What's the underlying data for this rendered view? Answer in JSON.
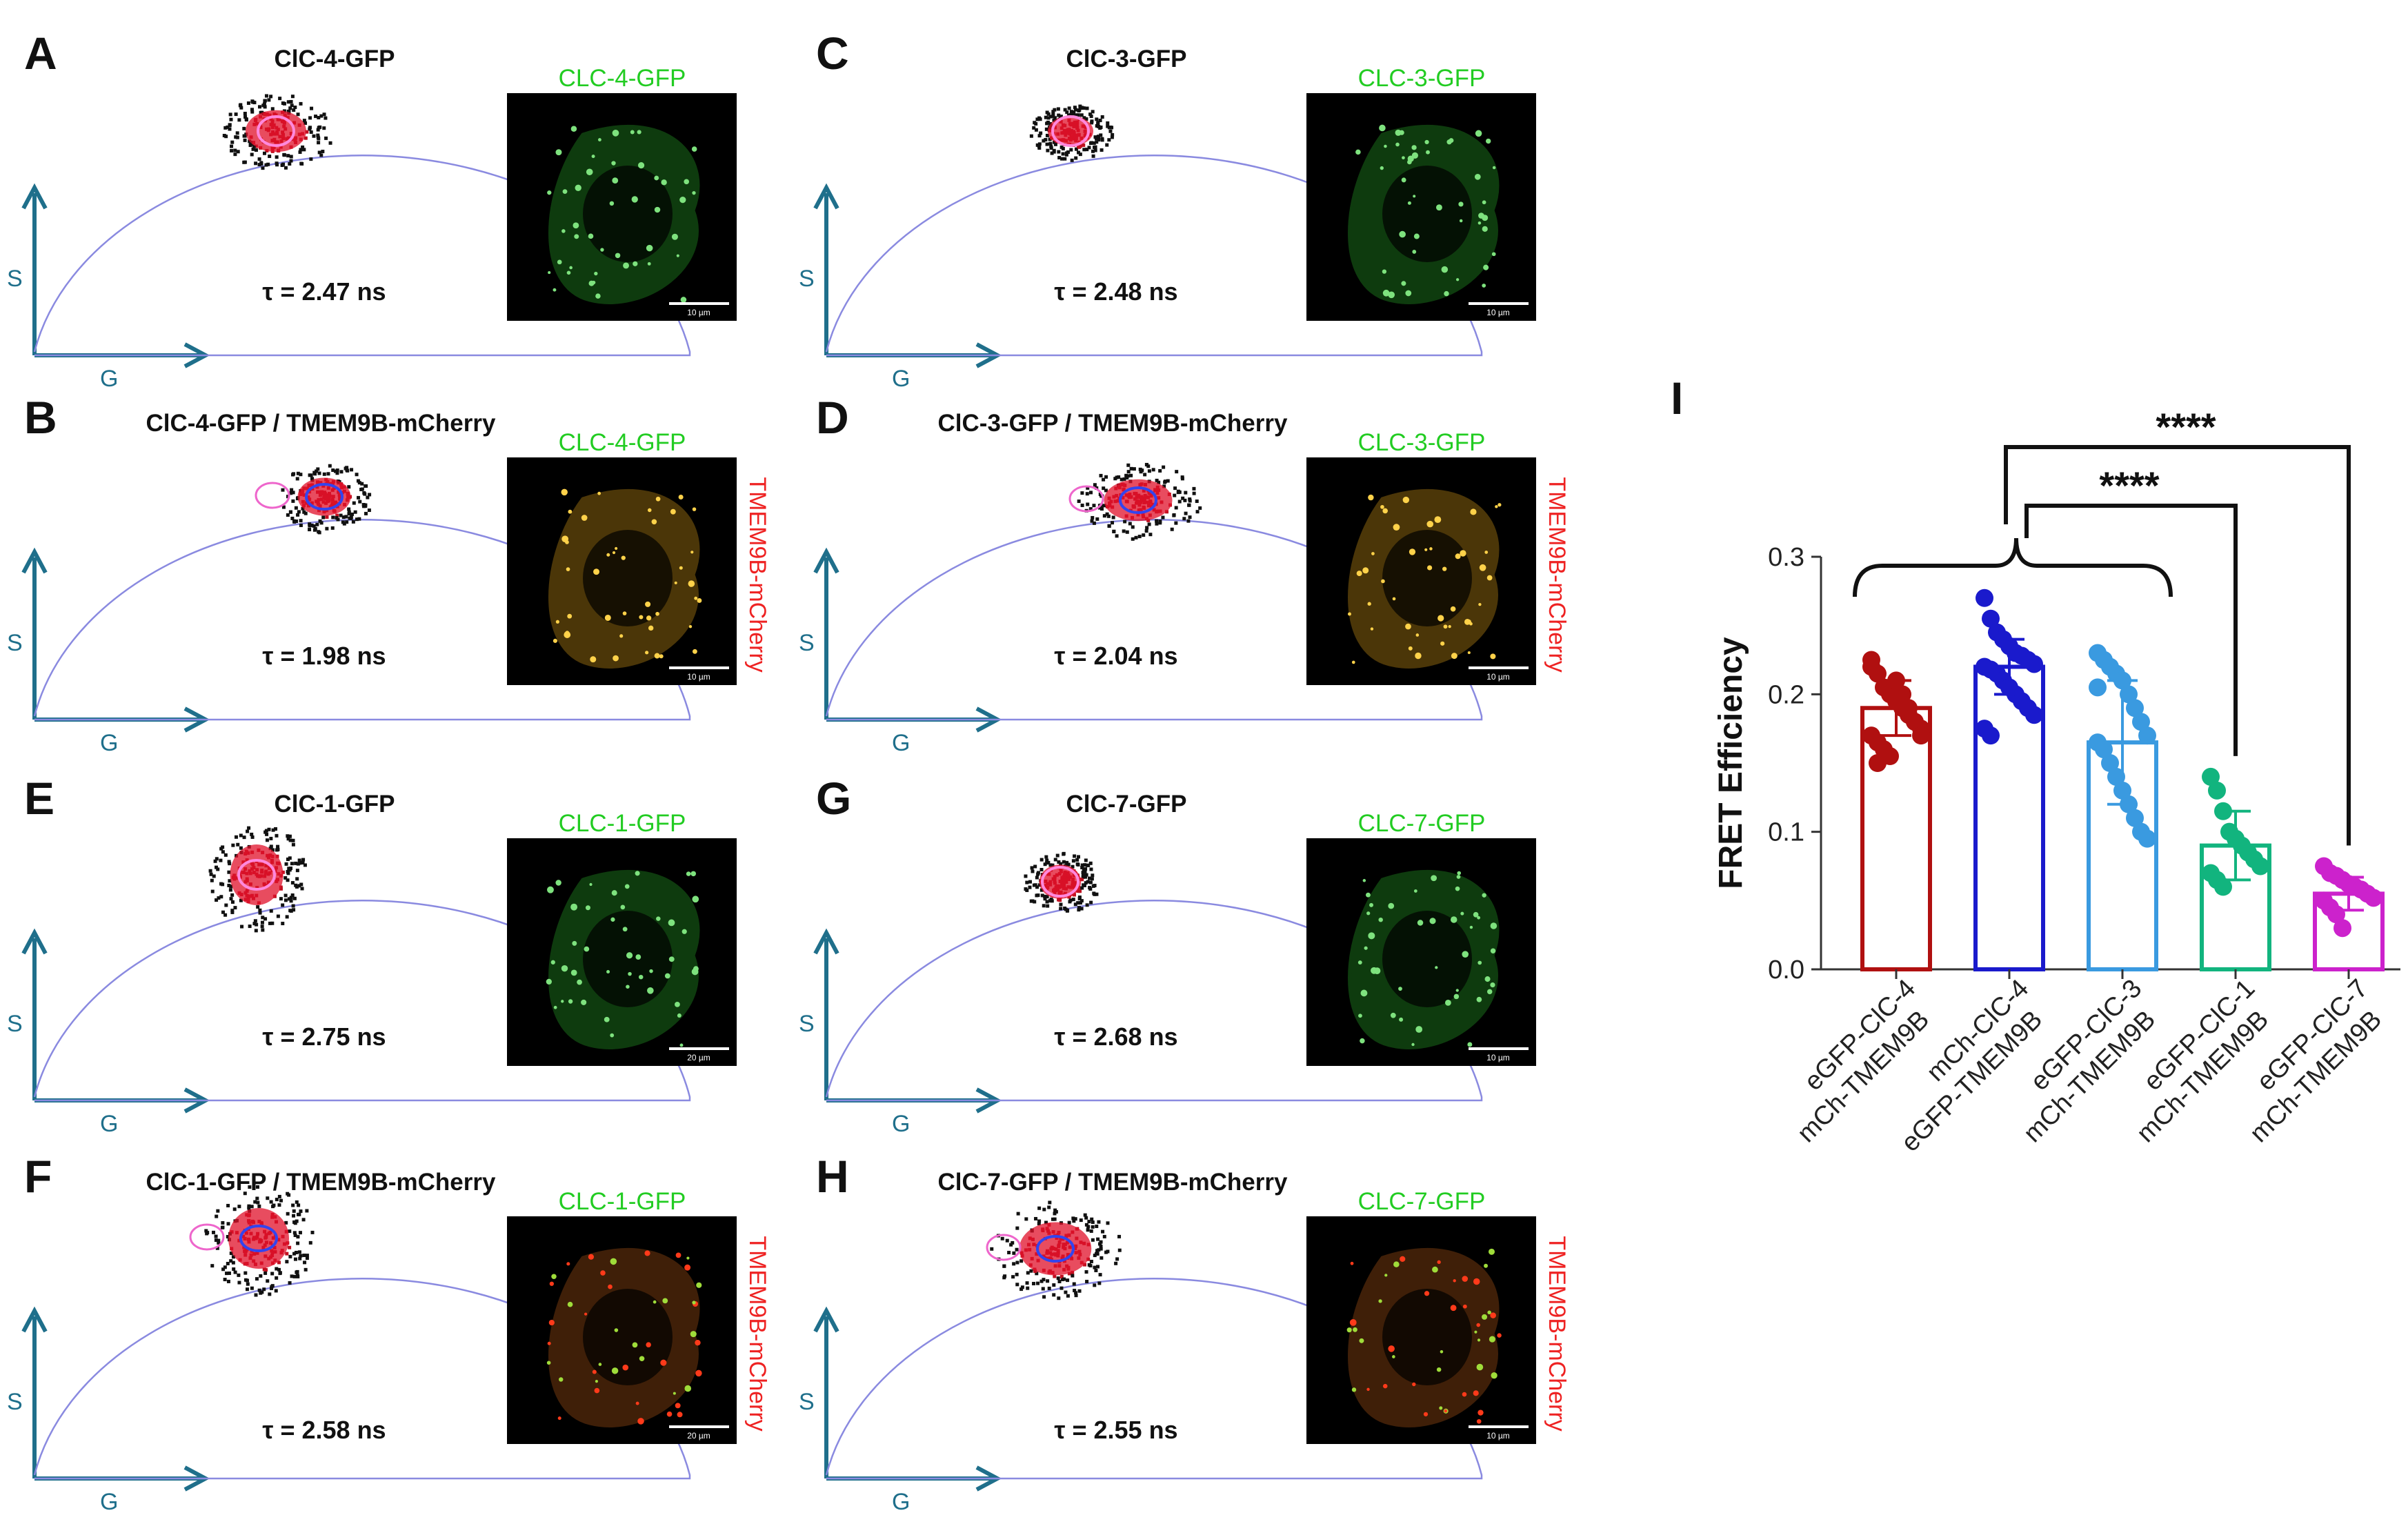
{
  "panels": [
    {
      "letter": "A",
      "title": "ClC-4-GFP",
      "image_label": "CLC-4-GFP",
      "side_label": "",
      "tau": "τ = 2.47 ns",
      "scale_bar": "10 µm",
      "image_type": "green",
      "axes": {
        "s": "S",
        "g": "G"
      }
    },
    {
      "letter": "C",
      "title": "ClC-3-GFP",
      "image_label": "CLC-3-GFP",
      "side_label": "",
      "tau": "τ = 2.48 ns",
      "scale_bar": "10 µm",
      "image_type": "green",
      "axes": {
        "s": "S",
        "g": "G"
      }
    },
    {
      "letter": "B",
      "title": "ClC-4-GFP / TMEM9B-mCherry",
      "image_label": "CLC-4-GFP",
      "side_label": "TMEM9B-mCherry",
      "tau": "τ = 1.98 ns",
      "scale_bar": "10 µm",
      "image_type": "yellow",
      "axes": {
        "s": "S",
        "g": "G"
      }
    },
    {
      "letter": "D",
      "title": "ClC-3-GFP / TMEM9B-mCherry",
      "image_label": "CLC-3-GFP",
      "side_label": "TMEM9B-mCherry",
      "tau": "τ = 2.04 ns",
      "scale_bar": "10 µm",
      "image_type": "yellow",
      "axes": {
        "s": "S",
        "g": "G"
      }
    },
    {
      "letter": "E",
      "title": "ClC-1-GFP",
      "image_label": "CLC-1-GFP",
      "side_label": "",
      "tau": "τ = 2.75 ns",
      "scale_bar": "20 µm",
      "image_type": "green",
      "axes": {
        "s": "S",
        "g": "G"
      }
    },
    {
      "letter": "G",
      "title": "ClC-7-GFP",
      "image_label": "CLC-7-GFP",
      "side_label": "",
      "tau": "τ = 2.68 ns",
      "scale_bar": "10 µm",
      "image_type": "green",
      "axes": {
        "s": "S",
        "g": "G"
      }
    },
    {
      "letter": "F",
      "title": "ClC-1-GFP / TMEM9B-mCherry",
      "image_label": "CLC-1-GFP",
      "side_label": "TMEM9B-mCherry",
      "tau": "τ = 2.58 ns",
      "scale_bar": "20 µm",
      "image_type": "red",
      "axes": {
        "s": "S",
        "g": "G"
      }
    },
    {
      "letter": "H",
      "title": "ClC-7-GFP / TMEM9B-mCherry",
      "image_label": "CLC-7-GFP",
      "side_label": "TMEM9B-mCherry",
      "tau": "τ = 2.55 ns",
      "scale_bar": "10 µm",
      "image_type": "red",
      "axes": {
        "s": "S",
        "g": "G"
      }
    }
  ],
  "colors": {
    "axis": "#1f6f8b",
    "arc": "#8a8ae0",
    "label_green": "#22cc22",
    "label_red": "#ee2222",
    "title": "#111111"
  },
  "chart_data": {
    "type": "bar",
    "panel_letter": "I",
    "ylabel": "FRET Efficiency",
    "ylim": [
      0,
      0.3
    ],
    "yticks": [
      "0.0",
      "0.1",
      "0.2",
      "0.3"
    ],
    "categories": [
      {
        "line1": "eGFP-ClC-4",
        "line2": "mCh-TMEM9B"
      },
      {
        "line1": "mCh-ClC-4",
        "line2": "eGFP-TMEM9B"
      },
      {
        "line1": "eGFP-ClC-3",
        "line2": "mCh-TMEM9B"
      },
      {
        "line1": "eGFP-ClC-1",
        "line2": "mCh-TMEM9B"
      },
      {
        "line1": "eGFP-ClC-7",
        "line2": "mCh-TMEM9B"
      }
    ],
    "values": [
      0.19,
      0.22,
      0.165,
      0.09,
      0.055
    ],
    "errors": [
      0.02,
      0.02,
      0.045,
      0.025,
      0.012
    ],
    "colors": [
      "#b01010",
      "#1a1acc",
      "#3a9ae0",
      "#12b47e",
      "#cc22cc"
    ],
    "points": [
      [
        0.22,
        0.215,
        0.205,
        0.2,
        0.195,
        0.19,
        0.185,
        0.18,
        0.175,
        0.17,
        0.165,
        0.16,
        0.155,
        0.21,
        0.2,
        0.19,
        0.18,
        0.17,
        0.225,
        0.15
      ],
      [
        0.27,
        0.255,
        0.245,
        0.24,
        0.235,
        0.23,
        0.228,
        0.225,
        0.222,
        0.22,
        0.218,
        0.215,
        0.21,
        0.205,
        0.2,
        0.195,
        0.19,
        0.185,
        0.175,
        0.17
      ],
      [
        0.23,
        0.225,
        0.22,
        0.215,
        0.21,
        0.2,
        0.19,
        0.18,
        0.17,
        0.165,
        0.16,
        0.15,
        0.14,
        0.13,
        0.12,
        0.11,
        0.1,
        0.095,
        0.205
      ],
      [
        0.14,
        0.13,
        0.115,
        0.1,
        0.095,
        0.09,
        0.085,
        0.08,
        0.075,
        0.07,
        0.065,
        0.06
      ],
      [
        0.075,
        0.07,
        0.068,
        0.065,
        0.062,
        0.06,
        0.058,
        0.055,
        0.052,
        0.05,
        0.045,
        0.04,
        0.03
      ]
    ],
    "significance": [
      {
        "label": "****",
        "from_group": [
          0,
          1,
          2
        ],
        "to": 3
      },
      {
        "label": "****",
        "from_group": [
          0,
          1,
          2
        ],
        "to": 4
      }
    ]
  }
}
